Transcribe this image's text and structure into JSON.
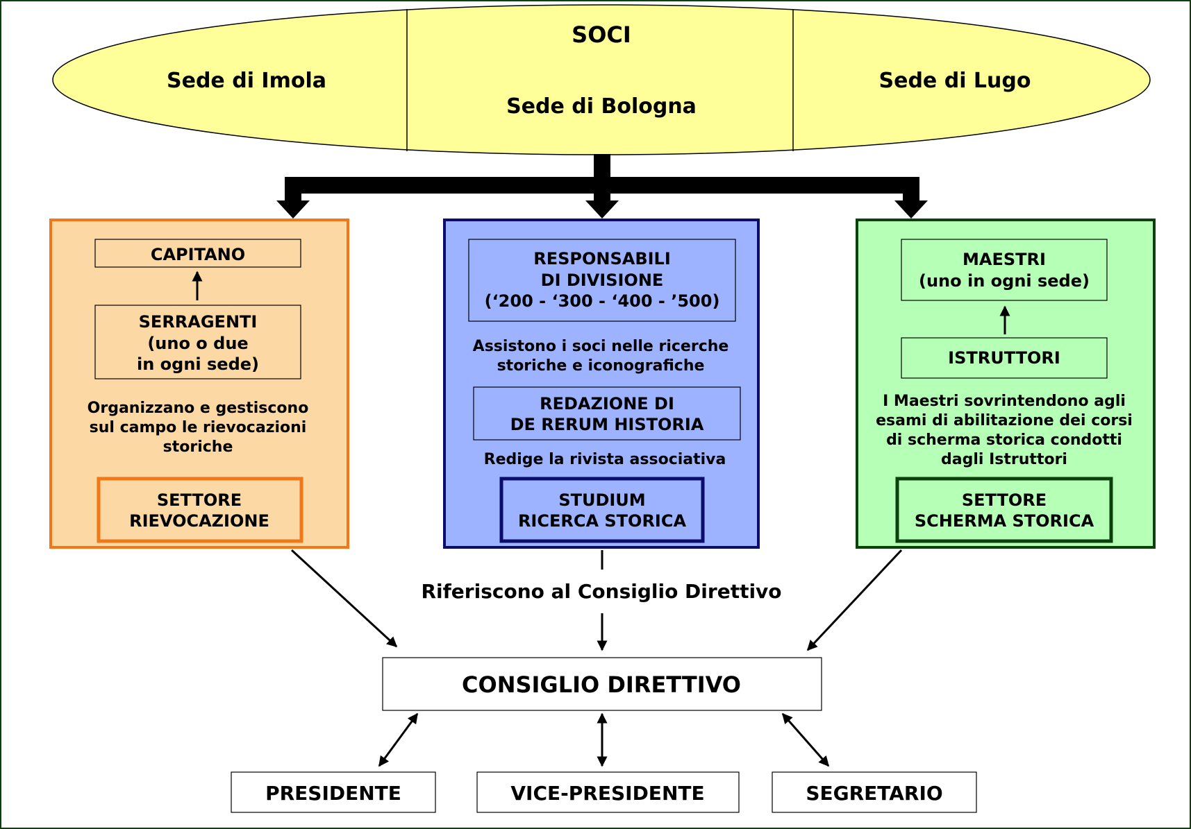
{
  "colors": {
    "ellipse_fill": "#ffff99",
    "orange_fill": "#fcd8a4",
    "orange_stroke": "#f07819",
    "orange_text": "#f07819",
    "blue_fill": "#9db3ff",
    "blue_stroke": "#0c0c6c",
    "blue_text": "#0c0c6c",
    "green_fill": "#b6ffb6",
    "green_stroke": "#0c400c",
    "green_text": "#0c400c"
  },
  "soci": {
    "title": "SOCI",
    "imola": "Sede di Imola",
    "bologna": "Sede di Bologna",
    "lugo": "Sede di Lugo"
  },
  "rievocazione": {
    "capitano": "CAPITANO",
    "serragenti": [
      "SERRAGENTI",
      "(uno o due",
      "in ogni sede)"
    ],
    "description": [
      "Organizzano e gestiscono",
      "sul campo le rievocazioni",
      "storiche"
    ],
    "sector": [
      "SETTORE",
      "RIEVOCAZIONE"
    ]
  },
  "studium": {
    "responsabili": [
      "RESPONSABILI",
      "DI DIVISIONE",
      "(‘200 - ‘300 - ‘400 - ’500)"
    ],
    "assist": [
      "Assistono i soci nelle ricerche",
      "storiche e iconografiche"
    ],
    "redazione": [
      "REDAZIONE DI",
      "DE RERUM HISTORIA"
    ],
    "redige": "Redige la rivista associativa",
    "sector": [
      "STUDIUM",
      "RICERCA STORICA"
    ]
  },
  "scherma": {
    "maestri": [
      "MAESTRI",
      "(uno in ogni sede)"
    ],
    "istruttori": "ISTRUTTORI",
    "description": [
      "I Maestri sovrintendono agli",
      "esami di abilitazione dei corsi",
      "di scherma storica condotti",
      "dagli Istruttori"
    ],
    "sector": [
      "SETTORE",
      "SCHERMA STORICA"
    ]
  },
  "riferiscono": "Riferiscono al Consiglio Direttivo",
  "consiglio": "CONSIGLIO DIRETTIVO",
  "officers": {
    "presidente": "PRESIDENTE",
    "vice": "VICE-PRESIDENTE",
    "segretario": "SEGRETARIO"
  }
}
